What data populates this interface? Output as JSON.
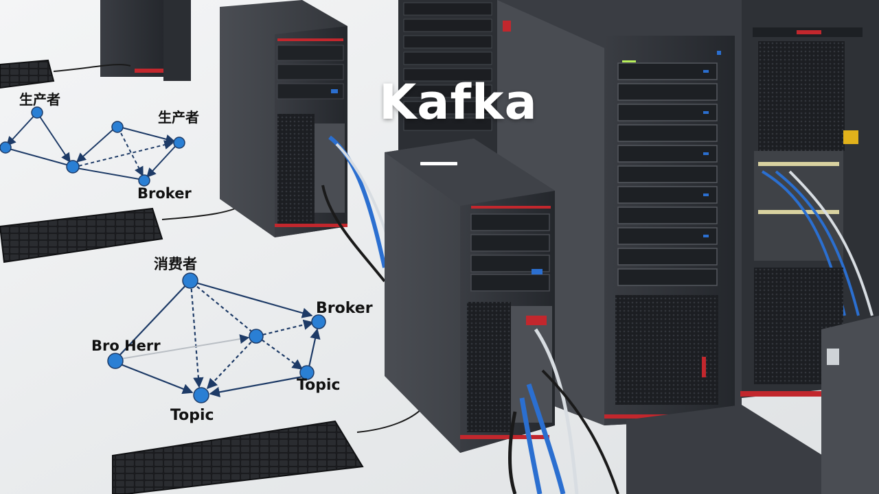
{
  "title": "Kafka",
  "diagram_top": {
    "producer_label_1": "生产者",
    "producer_label_2": "生产者",
    "broker_label": "Broker"
  },
  "diagram_bottom": {
    "consumer_label": "消费者",
    "broker_label_right": "Broker",
    "broker_label_left": "Bro Herr",
    "topic_label_right": "Topic",
    "topic_label_bottom": "Topic"
  },
  "colors": {
    "node_fill": "#2a7fd4",
    "edge": "#1d3a66",
    "tower": "#2f3238",
    "desk": "#eceeef",
    "cable_blue": "#2b6fd0",
    "accent_red": "#c2272d"
  }
}
